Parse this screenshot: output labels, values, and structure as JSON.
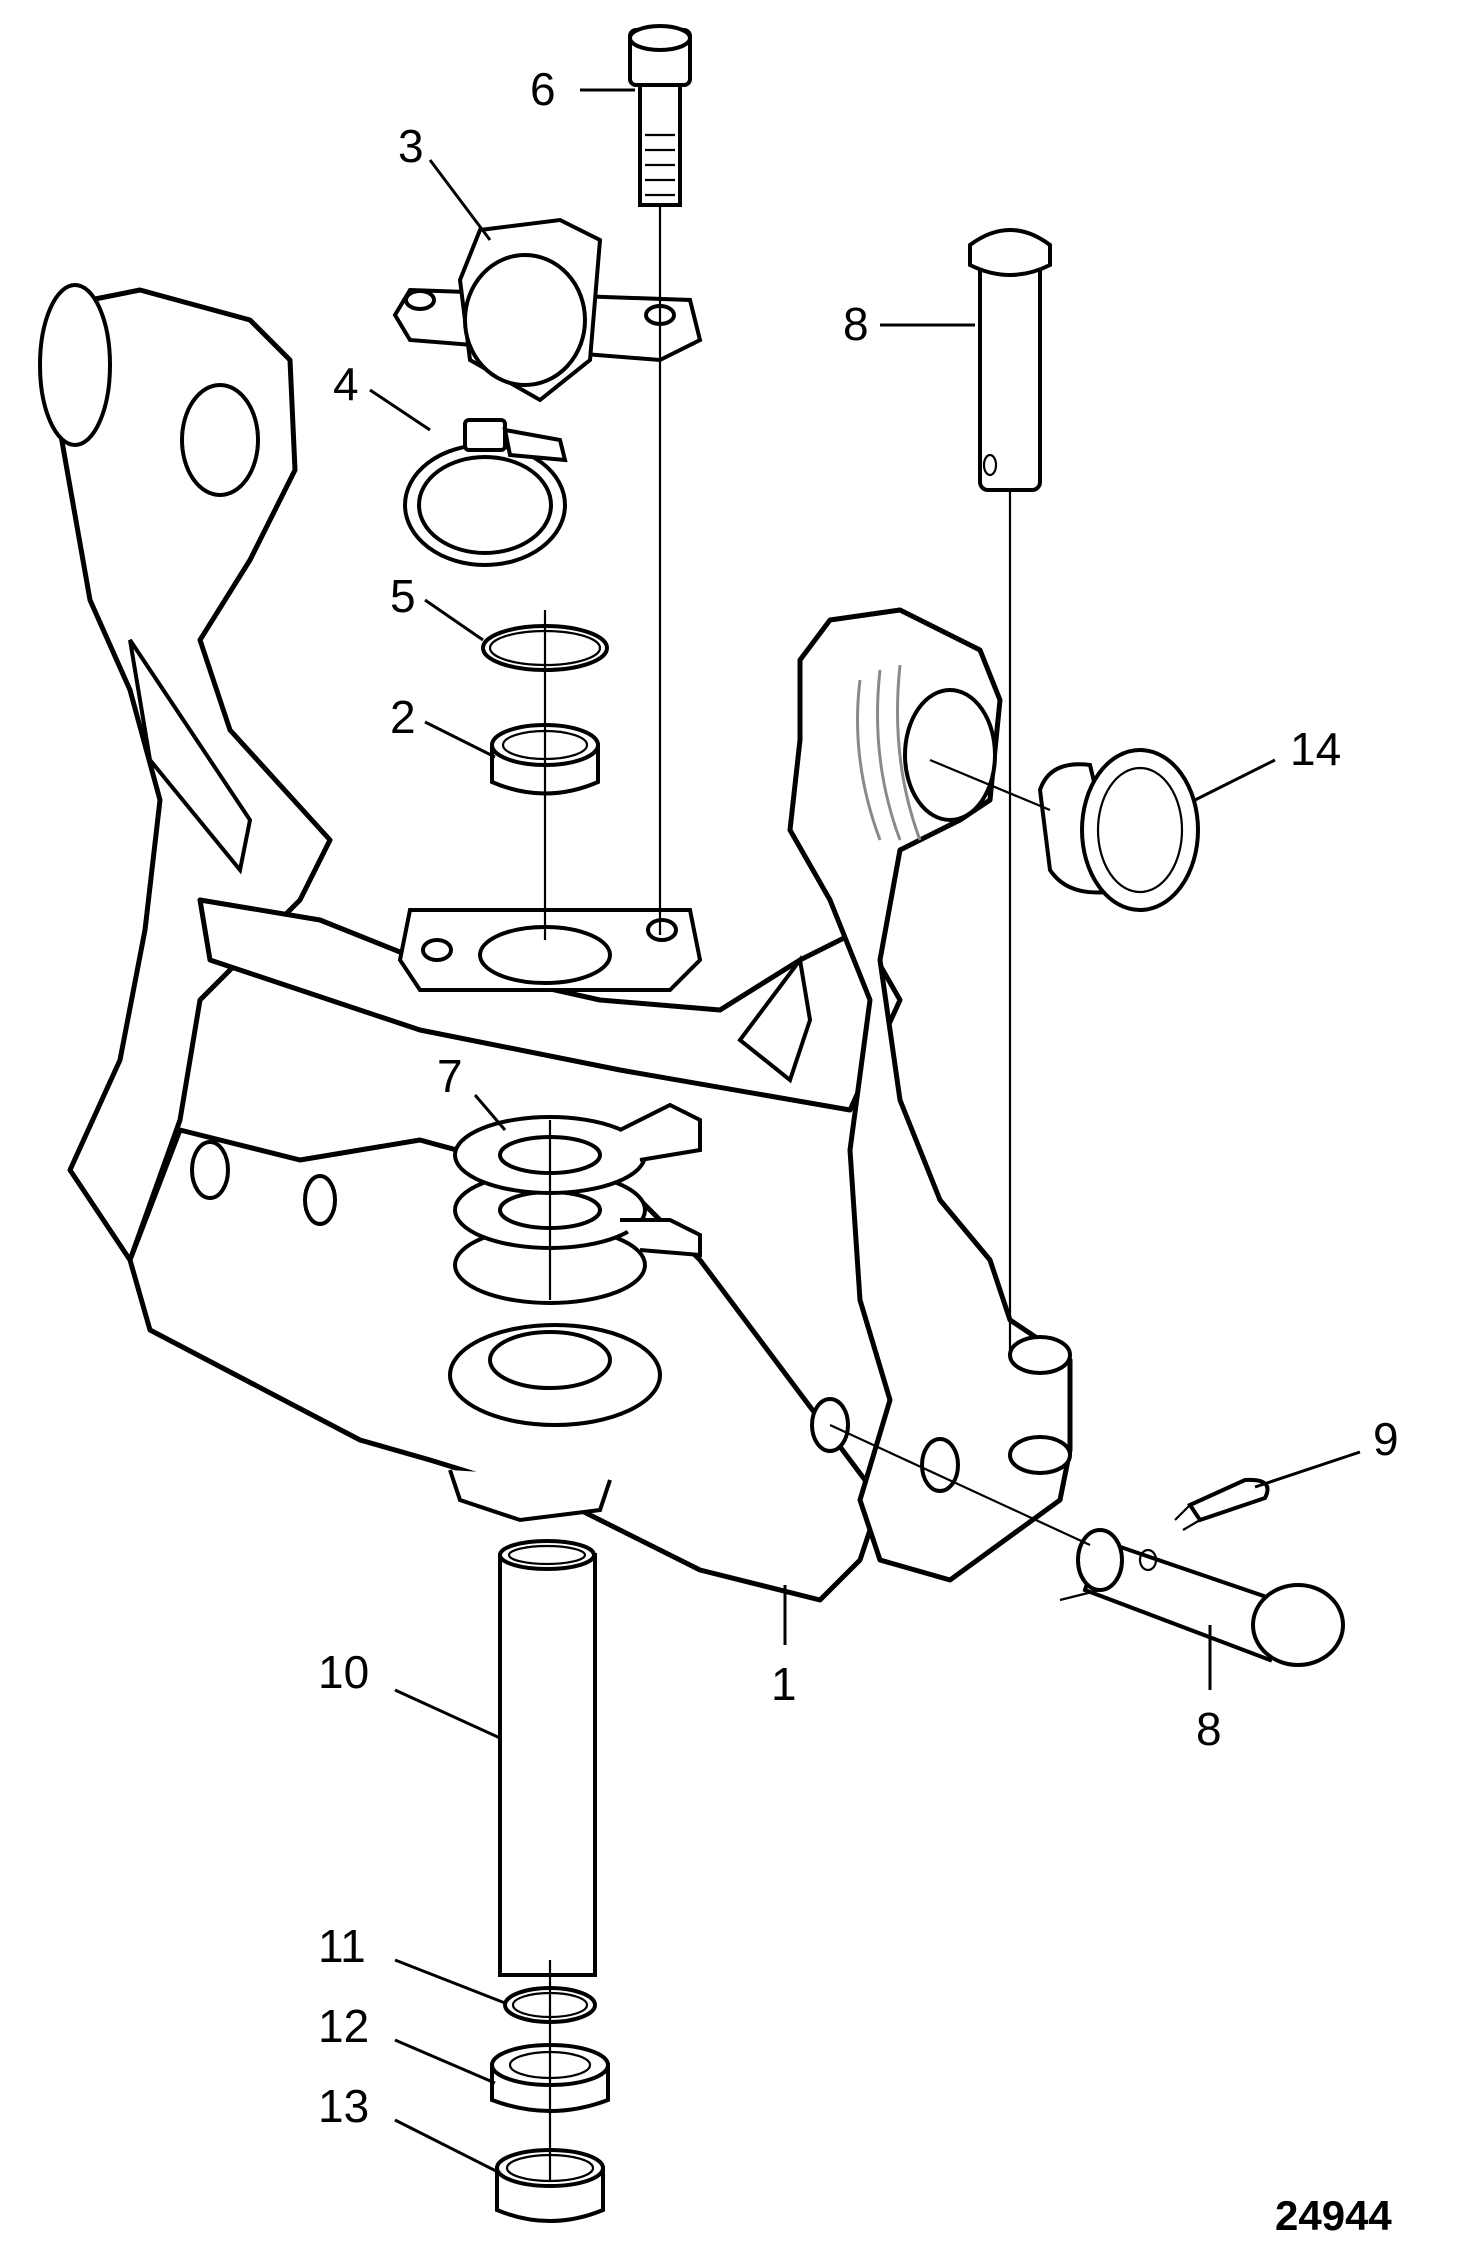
{
  "figure_number": "24944",
  "callouts": [
    {
      "id": "c1",
      "label": "1"
    },
    {
      "id": "c2",
      "label": "2"
    },
    {
      "id": "c3",
      "label": "3"
    },
    {
      "id": "c4",
      "label": "4"
    },
    {
      "id": "c5",
      "label": "5"
    },
    {
      "id": "c6",
      "label": "6"
    },
    {
      "id": "c7",
      "label": "7"
    },
    {
      "id": "c8a",
      "label": "8"
    },
    {
      "id": "c8b",
      "label": "8"
    },
    {
      "id": "c9",
      "label": "9"
    },
    {
      "id": "c10",
      "label": "10"
    },
    {
      "id": "c11",
      "label": "11"
    },
    {
      "id": "c12",
      "label": "12"
    },
    {
      "id": "c13",
      "label": "13"
    },
    {
      "id": "c14",
      "label": "14"
    }
  ]
}
